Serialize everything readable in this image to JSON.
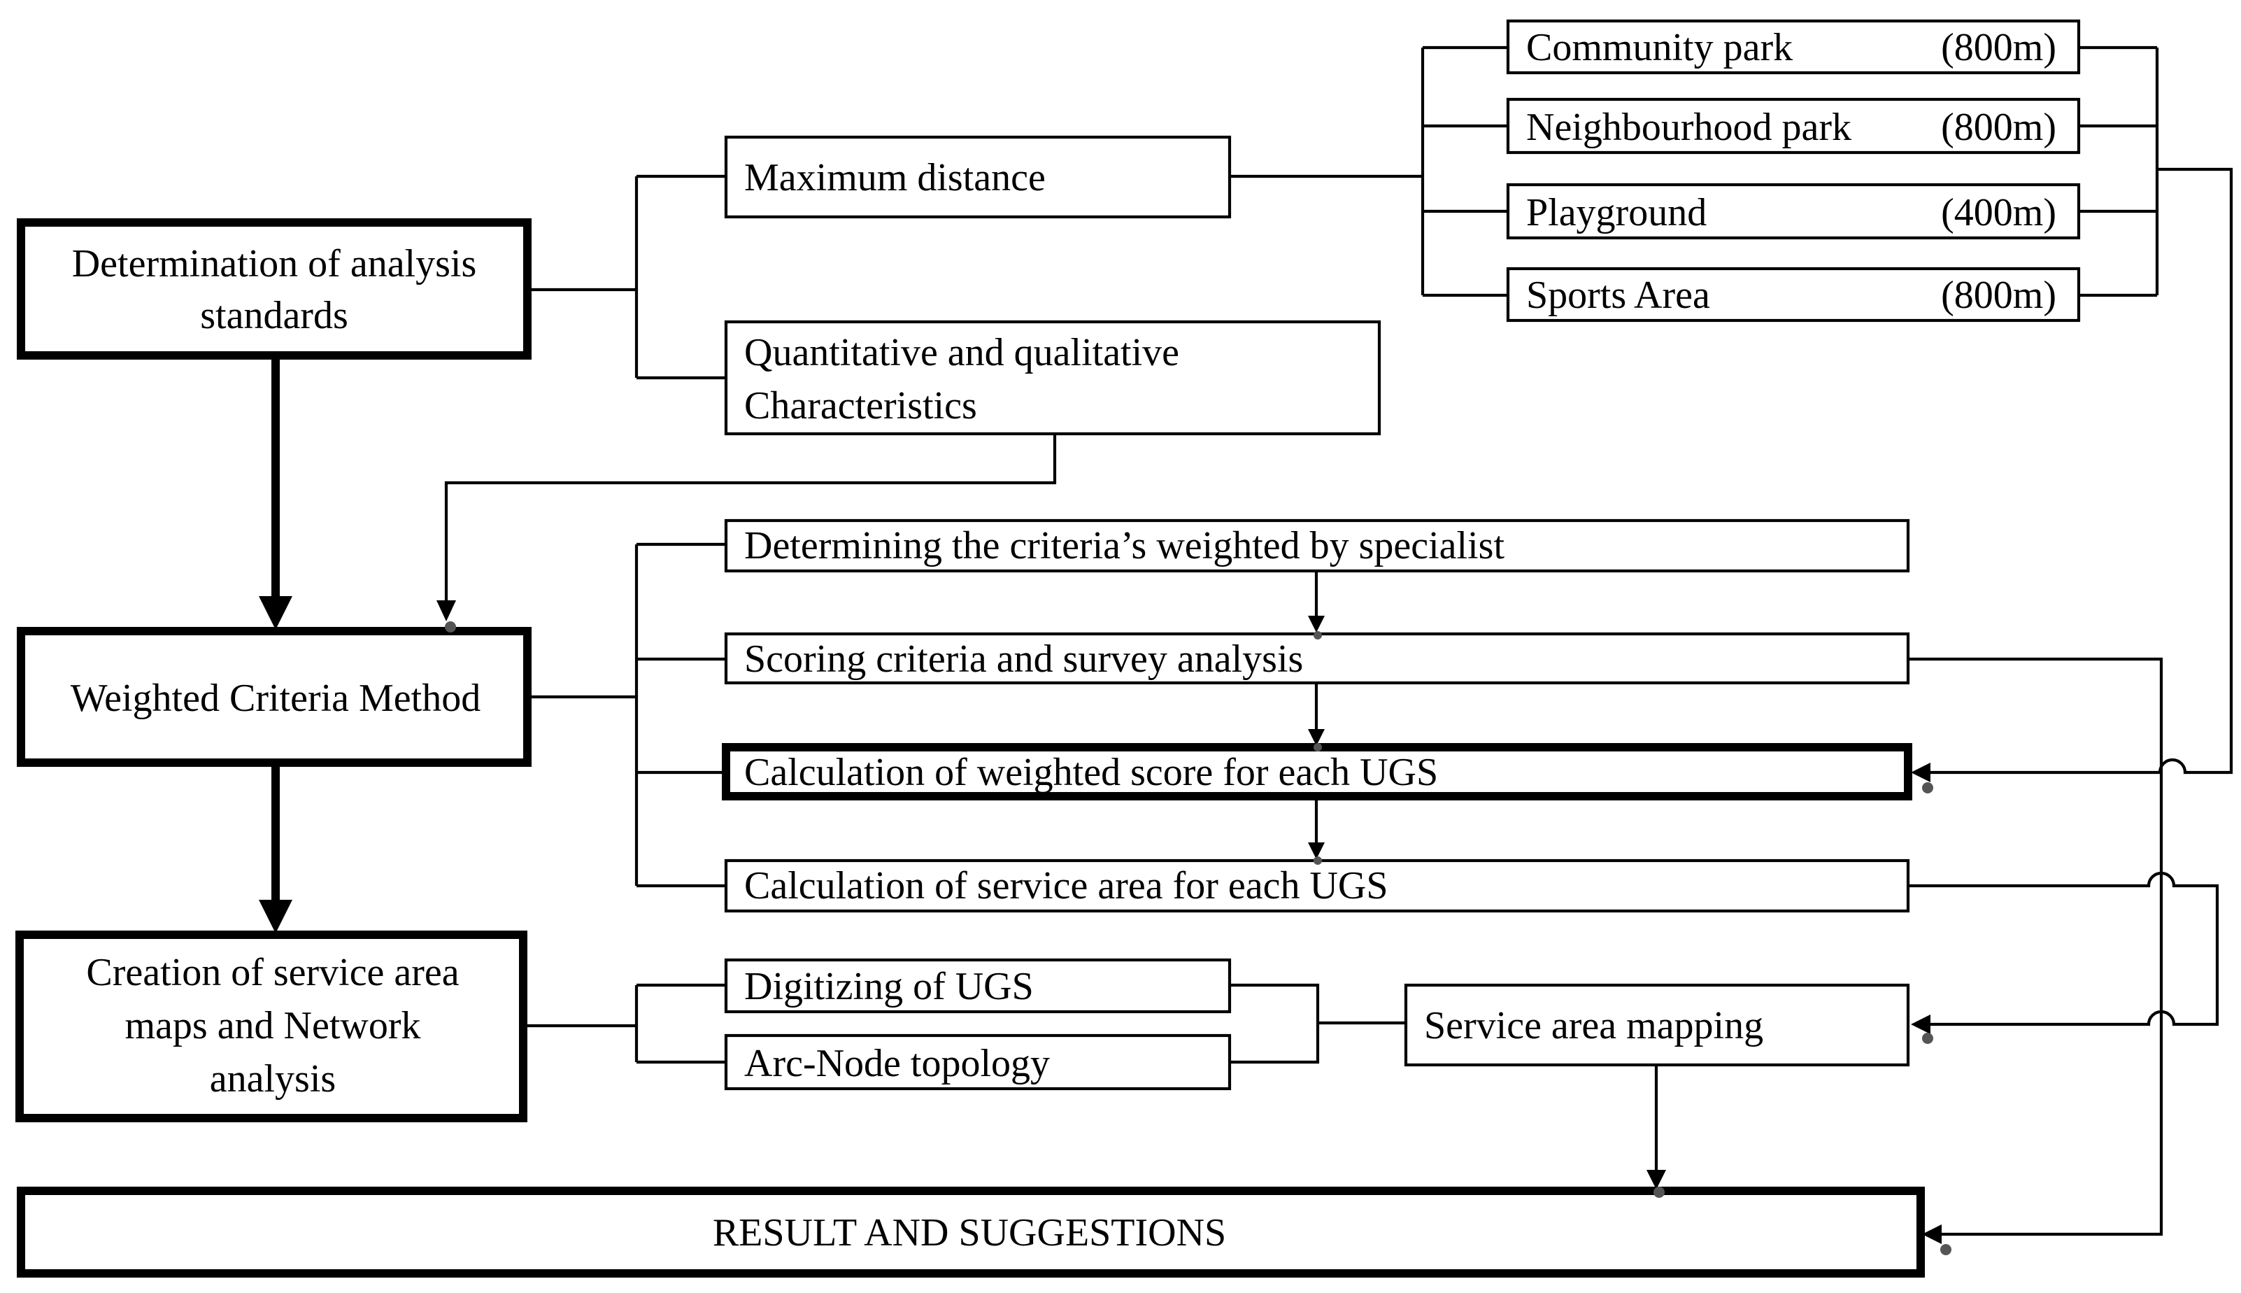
{
  "nodes": {
    "determination": {
      "lines": [
        "Determination of analysis",
        "standards"
      ]
    },
    "weighted_method": {
      "text": "Weighted Criteria Method"
    },
    "creation": {
      "lines": [
        "Creation of service area",
        "maps and Network",
        "analysis"
      ]
    },
    "result": {
      "text": "RESULT AND SUGGESTIONS"
    },
    "max_distance": {
      "text": "Maximum distance"
    },
    "quant_qual": {
      "lines": [
        "Quantitative and qualitative",
        "Characteristics"
      ]
    },
    "criteria_weighted": {
      "text": "Determining the criteria’s weighted by specialist"
    },
    "scoring": {
      "text": "Scoring criteria and survey analysis"
    },
    "calc_weighted": {
      "text": "Calculation of weighted score for each UGS"
    },
    "calc_service": {
      "text": "Calculation of service area for each UGS"
    },
    "digitizing": {
      "text": "Digitizing of UGS"
    },
    "arc_node": {
      "text": "Arc-Node topology"
    },
    "service_mapping": {
      "text": "Service area mapping"
    }
  },
  "park_types": [
    {
      "name": "Community park",
      "distance": "(800m)"
    },
    {
      "name": "Neighbourhood park",
      "distance": "(800m)"
    },
    {
      "name": "Playground",
      "distance": "(400m)"
    },
    {
      "name": "Sports Area",
      "distance": "(800m)"
    }
  ]
}
